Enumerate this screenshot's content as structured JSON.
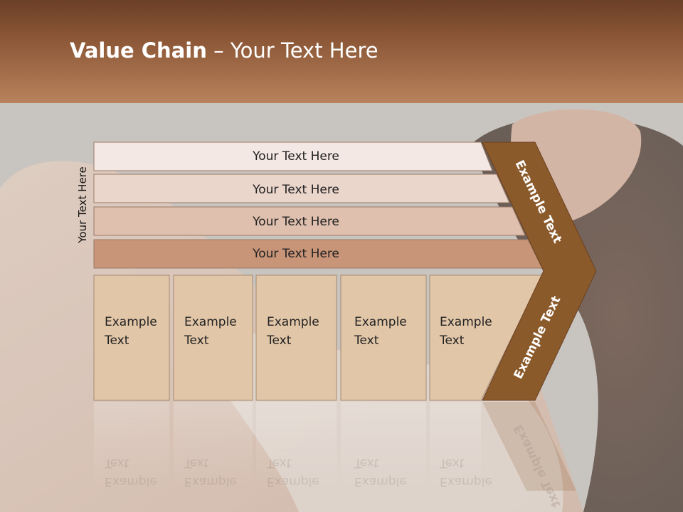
{
  "title": {
    "bold": "Value Chain",
    "rest": " – Your Text Here"
  },
  "vertical_label": "Your Text Here",
  "bars": [
    {
      "label": "Your Text Here",
      "color": "#f3e8e3"
    },
    {
      "label": "Your Text Here",
      "color": "#ebd6cc"
    },
    {
      "label": "Your Text Here",
      "color": "#dfbfad"
    },
    {
      "label": "Your Text Here",
      "color": "#c99578"
    }
  ],
  "columns": [
    {
      "line1": "Example",
      "line2": "Text"
    },
    {
      "line1": "Example",
      "line2": "Text"
    },
    {
      "line1": "Example",
      "line2": "Text"
    },
    {
      "line1": "Example",
      "line2": "Text"
    },
    {
      "line1": "Example",
      "line2": "Text"
    }
  ],
  "chevron": {
    "top_label": "Example Text",
    "bottom_label": "Example Text",
    "color": "#8b5a2b"
  },
  "colors": {
    "column_fill": "#e2c6a8",
    "header_dark": "#6b4028",
    "header_light": "#b8825c"
  }
}
